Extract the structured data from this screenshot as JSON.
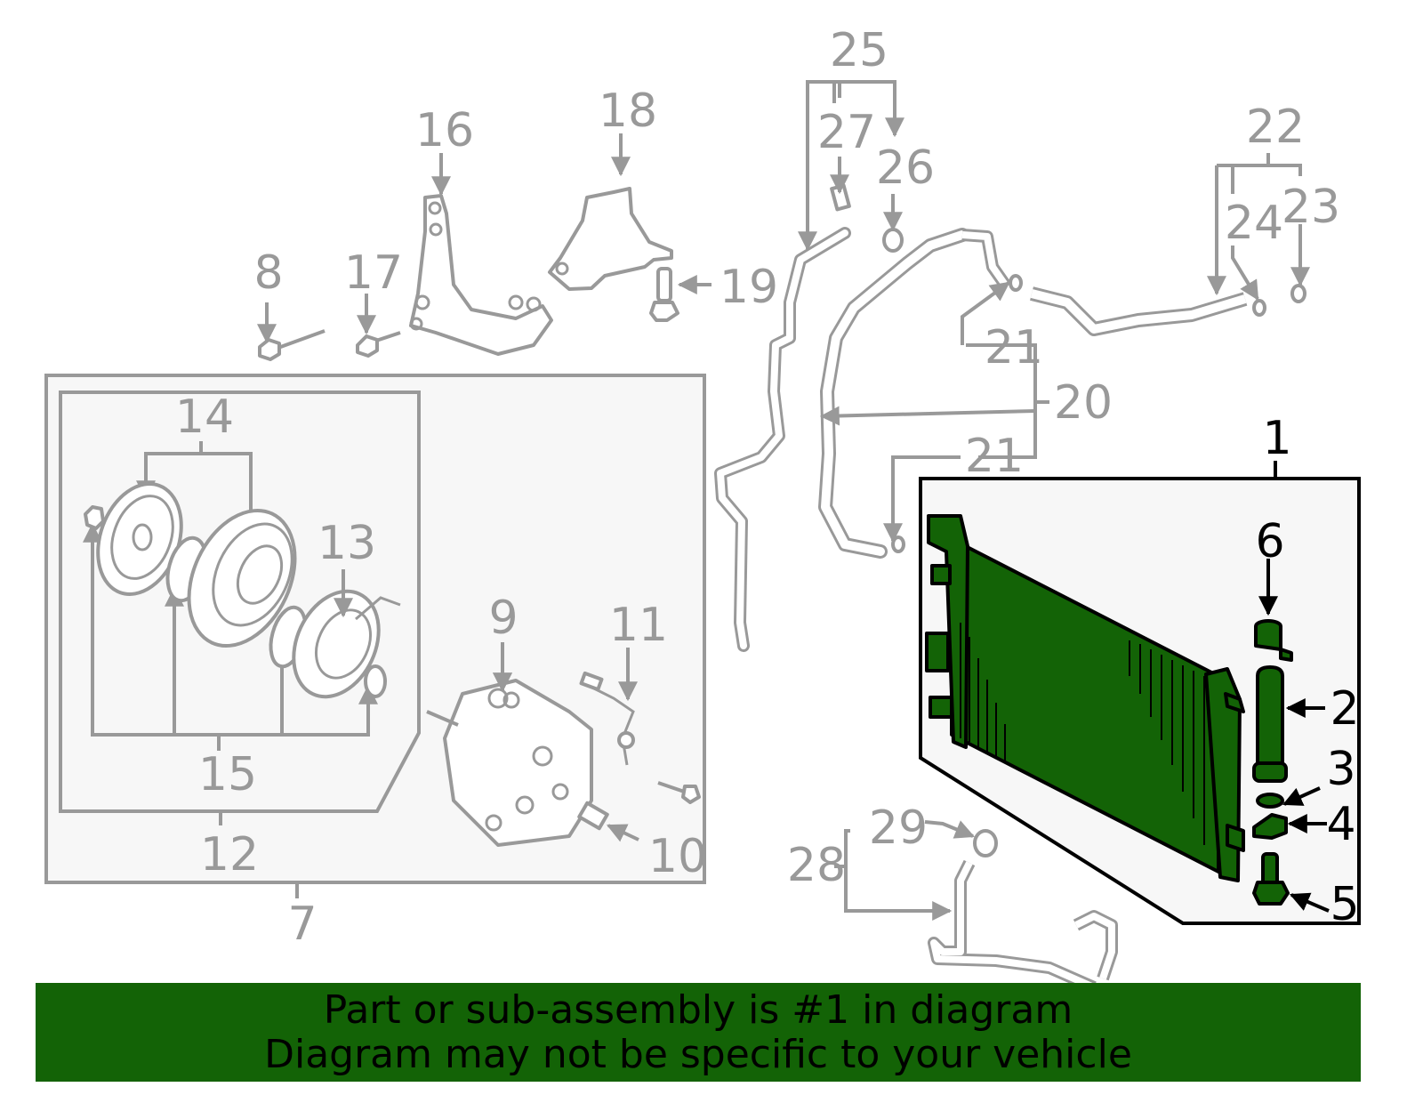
{
  "diagram": {
    "colors": {
      "highlight": "#136306",
      "callout_gray": "#999999",
      "callout_dark": "#000000",
      "panel_bg": "#f7f7f7"
    },
    "callouts": {
      "c1": "1",
      "c2": "2",
      "c3": "3",
      "c4": "4",
      "c5": "5",
      "c6": "6",
      "c7": "7",
      "c8": "8",
      "c9": "9",
      "c10": "10",
      "c11": "11",
      "c12": "12",
      "c13": "13",
      "c14": "14",
      "c15": "15",
      "c16": "16",
      "c17": "17",
      "c18": "18",
      "c19": "19",
      "c20": "20",
      "c21a": "21",
      "c21b": "21",
      "c22": "22",
      "c23": "23",
      "c24": "24",
      "c25": "25",
      "c26": "26",
      "c27": "27",
      "c28": "28",
      "c29": "29"
    },
    "highlighted_part": "1"
  },
  "banner": {
    "line1": "Part or sub-assembly is #1 in diagram",
    "line2": "Diagram may not be specific to your vehicle"
  }
}
